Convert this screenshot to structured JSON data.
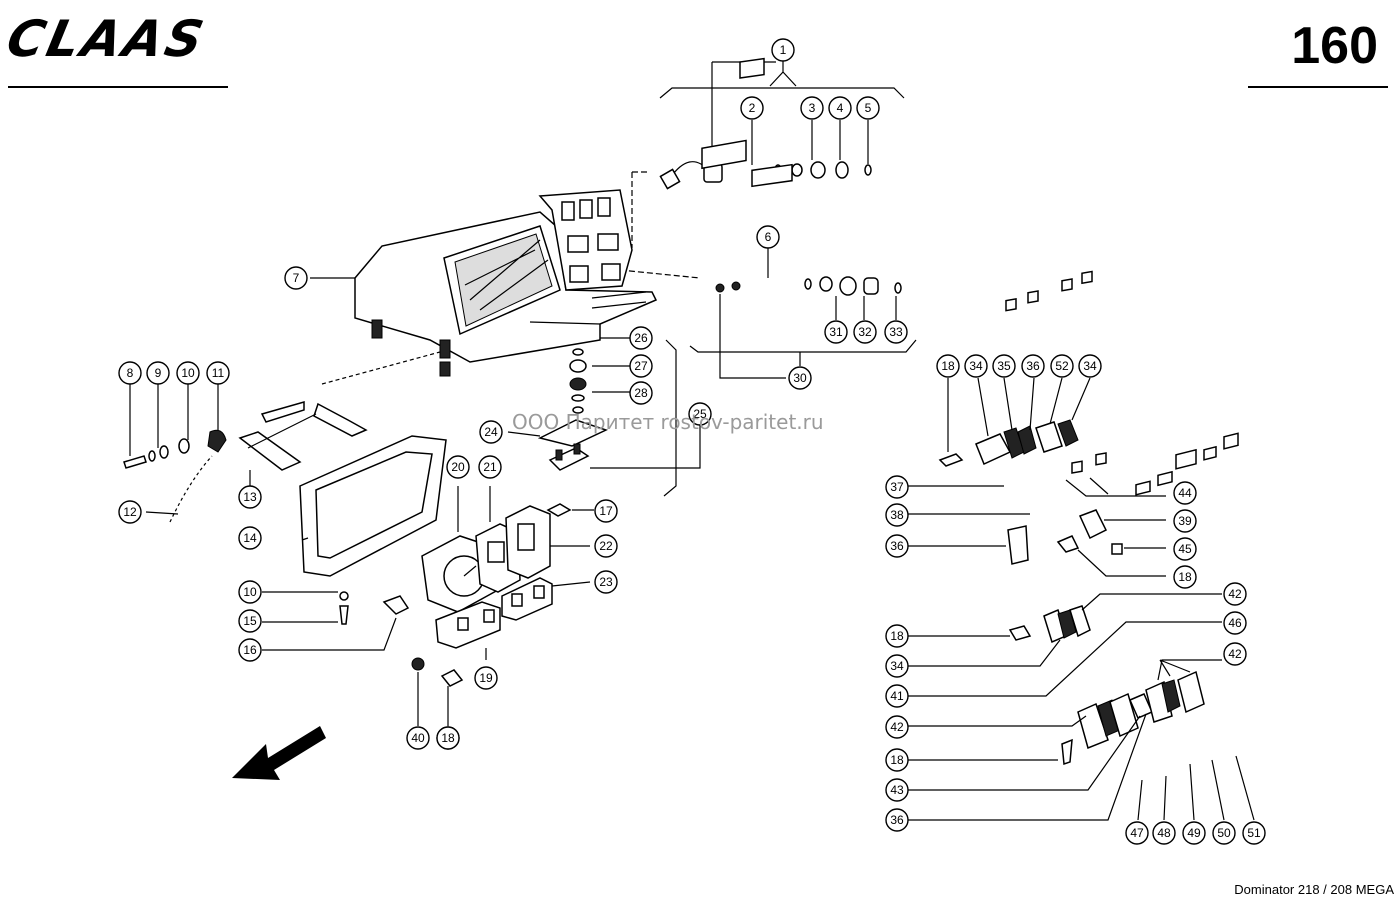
{
  "header": {
    "brand": "CLAAS",
    "page_number": "160"
  },
  "watermark": "ООО Паритет  rostov-paritet.ru",
  "footer": {
    "model": "Dominator 218 / 208 MEGA"
  },
  "callouts": [
    {
      "id": "c1",
      "label": "1"
    },
    {
      "id": "c2",
      "label": "2"
    },
    {
      "id": "c3",
      "label": "3"
    },
    {
      "id": "c4",
      "label": "4"
    },
    {
      "id": "c5",
      "label": "5"
    },
    {
      "id": "c6",
      "label": "6"
    },
    {
      "id": "c7",
      "label": "7"
    },
    {
      "id": "c8",
      "label": "8"
    },
    {
      "id": "c9",
      "label": "9"
    },
    {
      "id": "c10a",
      "label": "10"
    },
    {
      "id": "c11",
      "label": "11"
    },
    {
      "id": "c12",
      "label": "12"
    },
    {
      "id": "c13",
      "label": "13"
    },
    {
      "id": "c14",
      "label": "14"
    },
    {
      "id": "c10b",
      "label": "10"
    },
    {
      "id": "c15",
      "label": "15"
    },
    {
      "id": "c16",
      "label": "16"
    },
    {
      "id": "c17",
      "label": "17"
    },
    {
      "id": "c18a",
      "label": "18"
    },
    {
      "id": "c19",
      "label": "19"
    },
    {
      "id": "c20",
      "label": "20"
    },
    {
      "id": "c21",
      "label": "21"
    },
    {
      "id": "c22",
      "label": "22"
    },
    {
      "id": "c23",
      "label": "23"
    },
    {
      "id": "c24",
      "label": "24"
    },
    {
      "id": "c25",
      "label": "25"
    },
    {
      "id": "c26",
      "label": "26"
    },
    {
      "id": "c27",
      "label": "27"
    },
    {
      "id": "c28",
      "label": "28"
    },
    {
      "id": "c30",
      "label": "30"
    },
    {
      "id": "c31",
      "label": "31"
    },
    {
      "id": "c32",
      "label": "32"
    },
    {
      "id": "c33",
      "label": "33"
    },
    {
      "id": "c40",
      "label": "40"
    },
    {
      "id": "c18b",
      "label": "18"
    },
    {
      "id": "c18c",
      "label": "18"
    },
    {
      "id": "c34a",
      "label": "34"
    },
    {
      "id": "c35",
      "label": "35"
    },
    {
      "id": "c36a",
      "label": "36"
    },
    {
      "id": "c52",
      "label": "52"
    },
    {
      "id": "c34b",
      "label": "34"
    },
    {
      "id": "c37",
      "label": "37"
    },
    {
      "id": "c38",
      "label": "38"
    },
    {
      "id": "c44",
      "label": "44"
    },
    {
      "id": "c39",
      "label": "39"
    },
    {
      "id": "c36b",
      "label": "36"
    },
    {
      "id": "c45",
      "label": "45"
    },
    {
      "id": "c18d",
      "label": "18"
    },
    {
      "id": "c42a",
      "label": "42"
    },
    {
      "id": "c18e",
      "label": "18"
    },
    {
      "id": "c46",
      "label": "46"
    },
    {
      "id": "c34c",
      "label": "34"
    },
    {
      "id": "c42b",
      "label": "42"
    },
    {
      "id": "c41",
      "label": "41"
    },
    {
      "id": "c42c",
      "label": "42"
    },
    {
      "id": "c18f",
      "label": "18"
    },
    {
      "id": "c43",
      "label": "43"
    },
    {
      "id": "c36c",
      "label": "36"
    },
    {
      "id": "c47",
      "label": "47"
    },
    {
      "id": "c48",
      "label": "48"
    },
    {
      "id": "c49",
      "label": "49"
    },
    {
      "id": "c50",
      "label": "50"
    },
    {
      "id": "c51",
      "label": "51"
    }
  ]
}
